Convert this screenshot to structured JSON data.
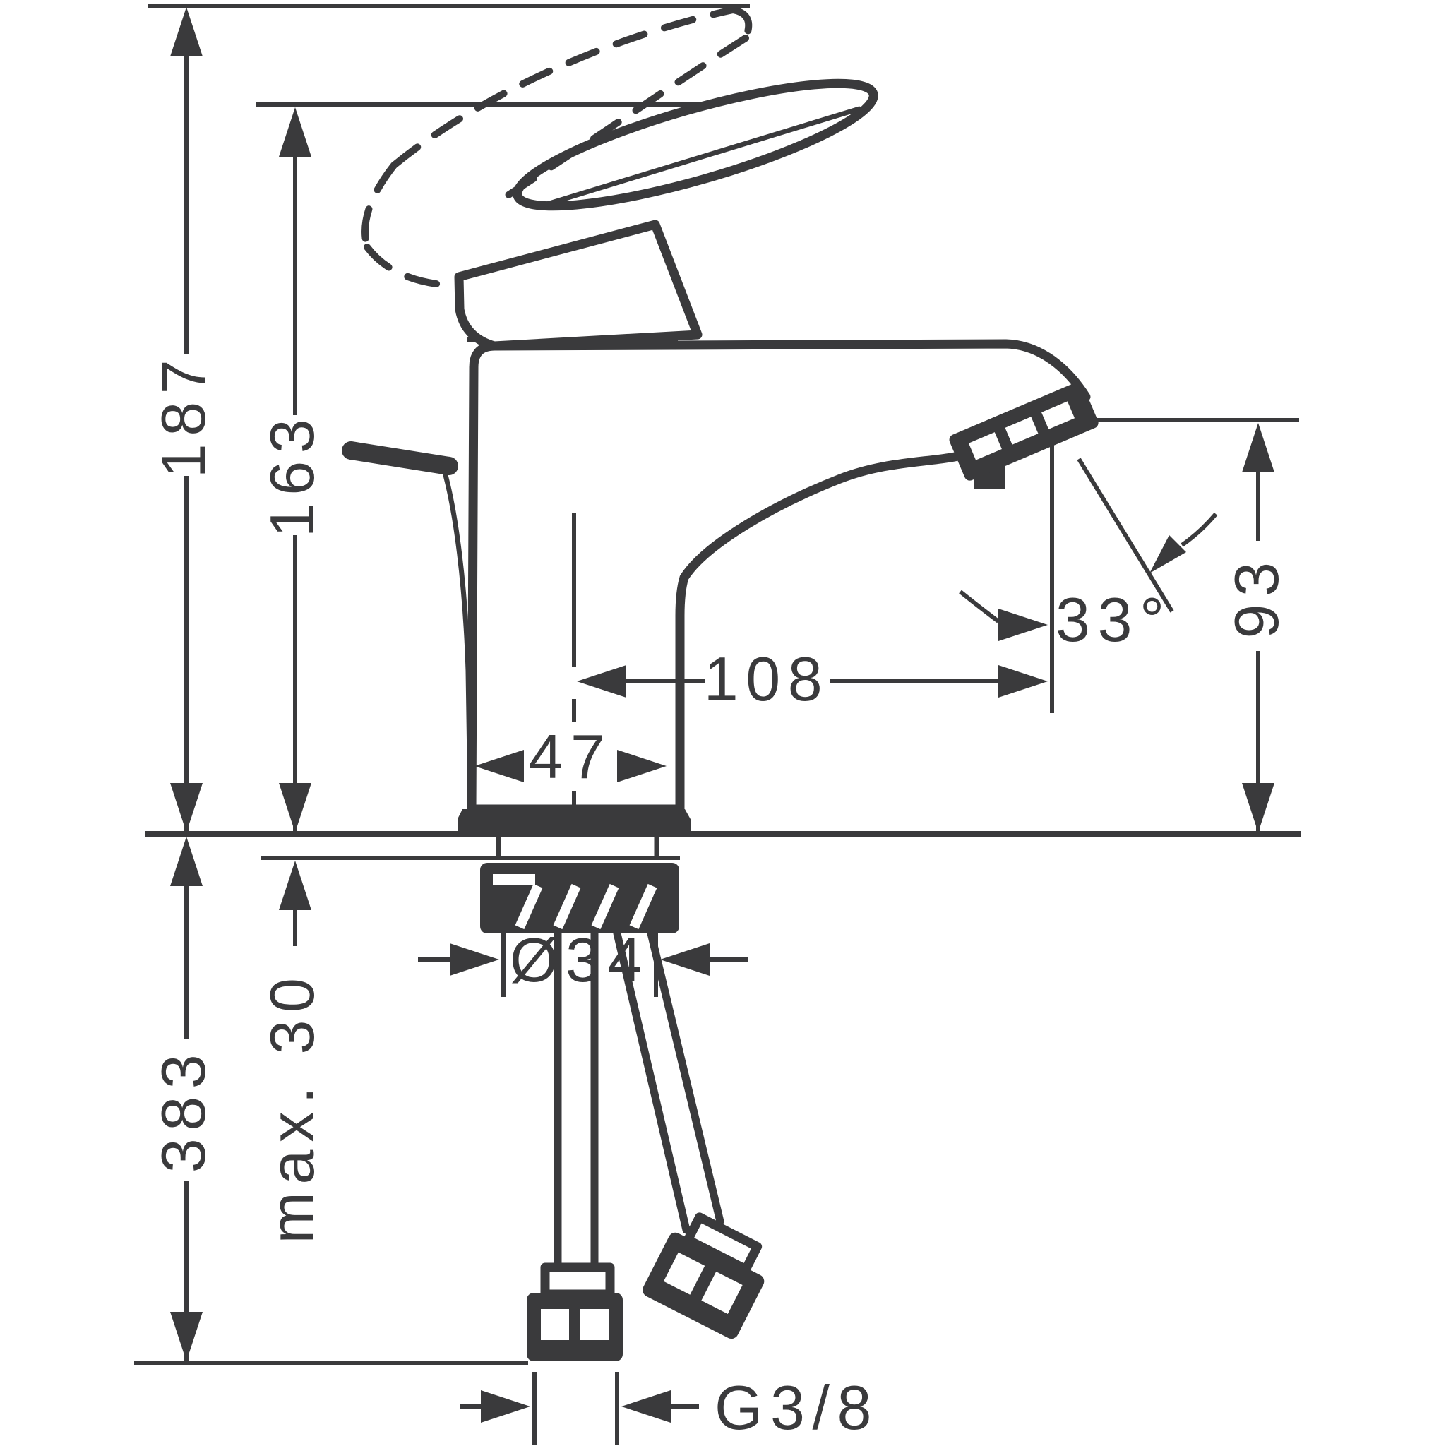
{
  "title": "Single-lever basin mixer — technical dimension drawing",
  "units": "mm",
  "colors": {
    "ink": "#3a3a3c",
    "background": "#ffffff"
  },
  "labels": {
    "height_total": "187",
    "height_handle": "163",
    "depth_below": "383",
    "deck_thickness": "max. 30",
    "hole_diameter": "Ø34",
    "base_width": "47",
    "spout_reach": "108",
    "spray_angle": "33°",
    "spout_height": "93",
    "connection_thread": "G3/8"
  }
}
